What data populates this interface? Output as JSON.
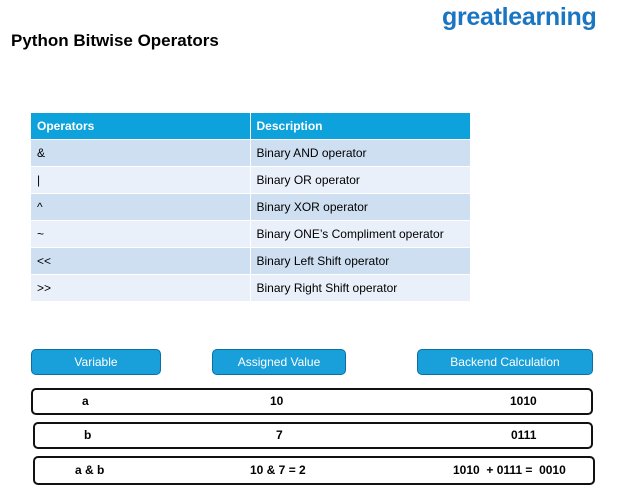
{
  "brand": {
    "part1": "great",
    "part2": "learning"
  },
  "page": {
    "title": "Python Bitwise Operators"
  },
  "operators_table": {
    "headers": [
      "Operators",
      "Description"
    ],
    "rows": [
      {
        "op": "&",
        "desc": "Binary AND operator"
      },
      {
        "op": "|",
        "desc": "Binary OR operator"
      },
      {
        "op": "^",
        "desc": "Binary XOR operator"
      },
      {
        "op": "~",
        "desc": "Binary ONE’s Compliment  operator"
      },
      {
        "op": "<<",
        "desc": "Binary Left Shift operator"
      },
      {
        "op": ">>",
        "desc": "Binary Right Shift operator"
      }
    ]
  },
  "value_table": {
    "headers": {
      "variable": "Variable",
      "assigned": "Assigned Value",
      "backend": "Backend Calculation"
    },
    "rows": [
      {
        "variable": "a",
        "assigned": "10",
        "backend": "1010"
      },
      {
        "variable": "b",
        "assigned": "7",
        "backend": "0111"
      },
      {
        "variable": "a & b",
        "assigned": "10 & 7 = 2",
        "backend": "1010  + 0111 =  0010"
      }
    ]
  }
}
